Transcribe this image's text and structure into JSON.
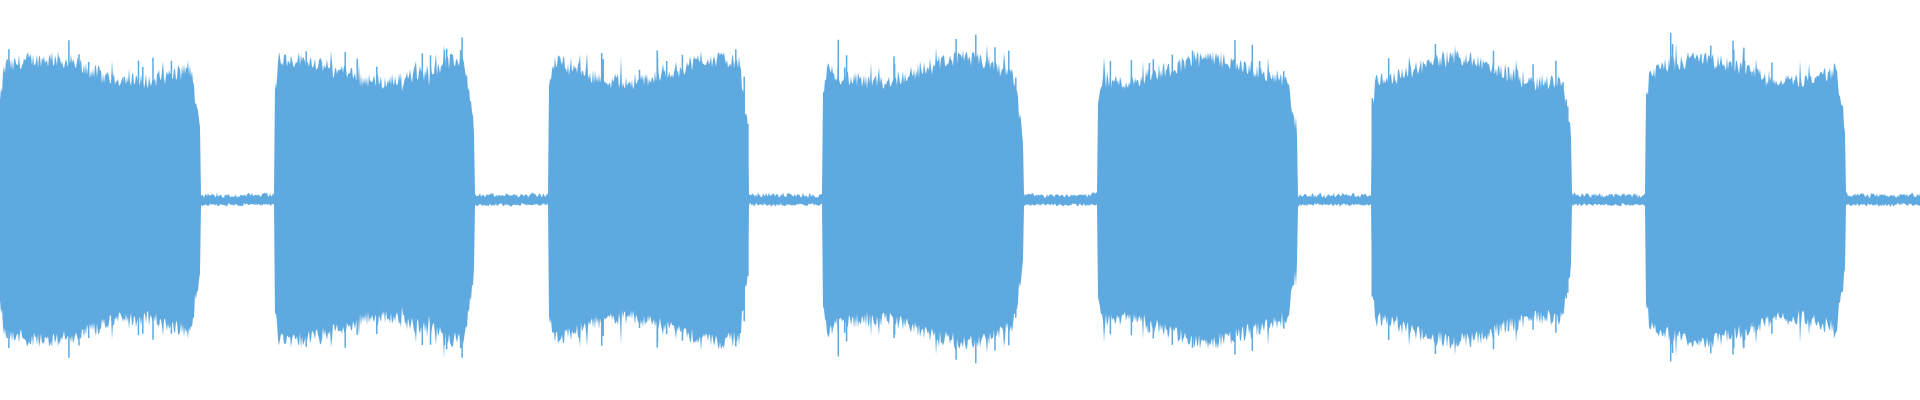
{
  "waveform": {
    "color": "#5DA9E0",
    "background": "#FFFFFF",
    "bursts": 7,
    "shape": "burst-with-thin-gap",
    "burst_pattern": {
      "burst_fraction": 0.73,
      "gap_fraction": 0.27
    },
    "amplitude_profile": {
      "burst_peak": 0.72,
      "gap_peak": 0.03
    }
  }
}
